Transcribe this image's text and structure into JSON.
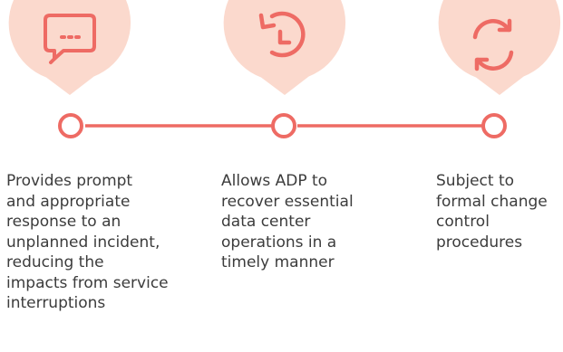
{
  "colors": {
    "bubble_fill": "#fbd9cd",
    "accent": "#ee6b64",
    "text": "#3c3c3c"
  },
  "stages": [
    {
      "icon": "chat-bubble-icon",
      "text": "Provides prompt\nand appropriate\nresponse to an\nunplanned incident,\nreducing the\nimpacts from service\ninterruptions"
    },
    {
      "icon": "history-clock-icon",
      "text": "Allows ADP to\nrecover essential\ndata center\noperations in a\ntimely manner"
    },
    {
      "icon": "refresh-cycle-icon",
      "text": "Subject to\nformal change\ncontrol\nprocedures"
    }
  ]
}
